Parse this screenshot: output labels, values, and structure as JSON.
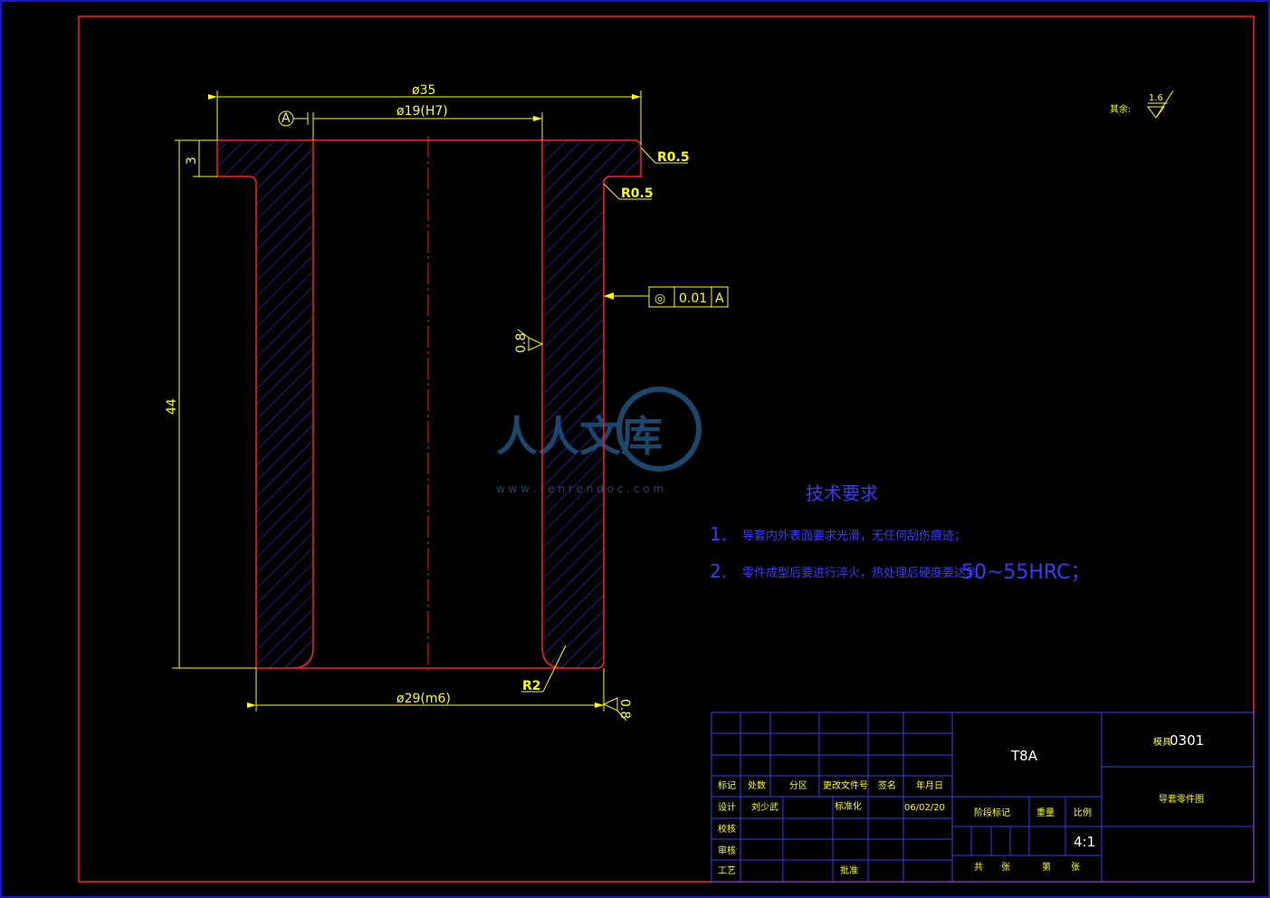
{
  "dimensions": {
    "outer_diameter": "ø35",
    "inner_diameter": "ø19(H7)",
    "datum": "A",
    "flange_thickness": "3",
    "radius_top_outer": "R0.5",
    "radius_top_inner": "R0.5",
    "length": "44",
    "bottom_diameter": "ø29(m6)",
    "radius_bottom": "R2",
    "roughness_inner": "0.8",
    "roughness_outer": "0.8"
  },
  "tolerance_frame": {
    "symbol": "◎",
    "value": "0.01",
    "datum": "A"
  },
  "general_roughness": {
    "label": "其余:",
    "value": "1.6"
  },
  "watermark": {
    "text": "人人文库",
    "url": "w w w . r e n r e n d o c . c o m"
  },
  "technical_requirements": {
    "title": "技术要求",
    "items": [
      {
        "num": "1.",
        "text": "导套内外表面要求光滑，无任何刮伤痕迹；"
      },
      {
        "num": "2.",
        "text": "零件成型后要进行淬火，热处理后硬度要达到",
        "value": "50~55HRC；"
      }
    ]
  },
  "title_block": {
    "headers": [
      "标记",
      "处数",
      "分区",
      "更改文件号",
      "签名",
      "年月日"
    ],
    "design_label": "设计",
    "designer": "刘少武",
    "std_label": "标准化",
    "date": "06/02/20",
    "check_label": "校核",
    "review_label": "审核",
    "process_label": "工艺",
    "approve_label": "批准",
    "material": "T8A",
    "stage_label": "阶段标记",
    "weight_label": "重量",
    "scale_label": "比例",
    "scale": "4:1",
    "sheet_labels": [
      "共",
      "张",
      "第",
      "张"
    ],
    "code_prefix": "模具",
    "code": "0301",
    "drawing_name": "导套零件图"
  }
}
